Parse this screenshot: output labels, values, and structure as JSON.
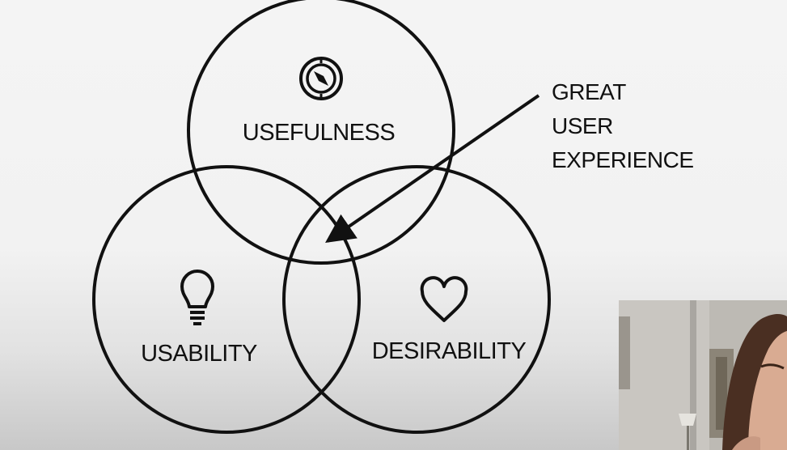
{
  "diagram": {
    "circles": {
      "top": "USEFULNESS",
      "left": "USABILITY",
      "right": "DESIRABILITY"
    },
    "callout": [
      "GREAT",
      "USER",
      "EXPERIENCE"
    ],
    "icons": {
      "top": "compass-icon",
      "left": "lightbulb-icon",
      "right": "heart-icon"
    }
  },
  "colors": {
    "stroke": "#111111",
    "background": "#f2f2f2"
  }
}
